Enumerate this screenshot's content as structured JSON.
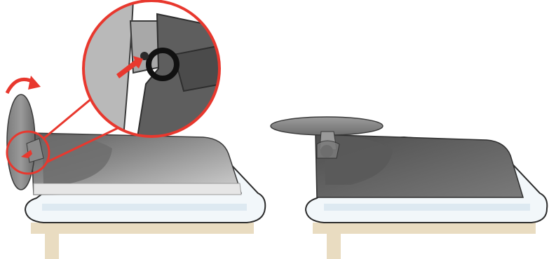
{
  "figure": {
    "panels": [
      {
        "id": "left",
        "state": "stand base rotated upright, release latch pressed"
      },
      {
        "id": "right",
        "state": "stand base folded flat"
      }
    ],
    "colors": {
      "pointer": "#e8382e",
      "table_top": "#f2f7fa",
      "table_edge": "#ffffff",
      "table_legs": "#e9dcc1",
      "monitor_dark": "#6a6a6a",
      "monitor_light": "#b9b9b9",
      "stand_base": "#8a8a8a"
    },
    "icons": [
      "rotate-arrow-icon",
      "press-arrow-icon",
      "zoom-callout"
    ]
  }
}
